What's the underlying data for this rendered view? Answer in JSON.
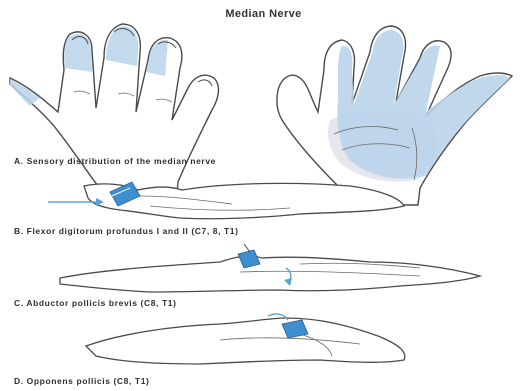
{
  "figure": {
    "title": "Median Nerve",
    "captions": {
      "a": "A. Sensory distribution of the median nerve",
      "b": "B. Flexor digitorum profundus I and II (C7, 8, T1)",
      "c": "C. Abductor pollicis brevis (C8, T1)",
      "d": "D. Opponens pollicis (C8, T1)"
    }
  },
  "colors": {
    "outline": "#4a4a4a",
    "skin": "#ffffff",
    "sensory_area": "#b9d3ea",
    "palm_shade": "#e6e6ee",
    "muscle_highlight": "#3f8fcf",
    "arrow": "#5aa3d8"
  }
}
